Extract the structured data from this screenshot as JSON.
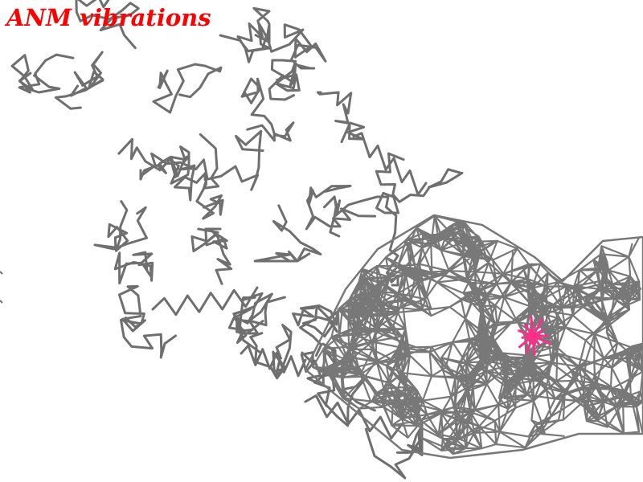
{
  "viewer": {
    "title": "ANM vibrations",
    "title_color": "#ff0000",
    "background_color": "#ffffff",
    "backbone_color": "#6f6f6f",
    "network_color": "#787878",
    "highlight_color": "#ff2d8a",
    "icons": {
      "backbone": "protein-backbone-trace",
      "network": "elastic-network-mesh",
      "highlight": "highlighted-residue-springs"
    }
  }
}
